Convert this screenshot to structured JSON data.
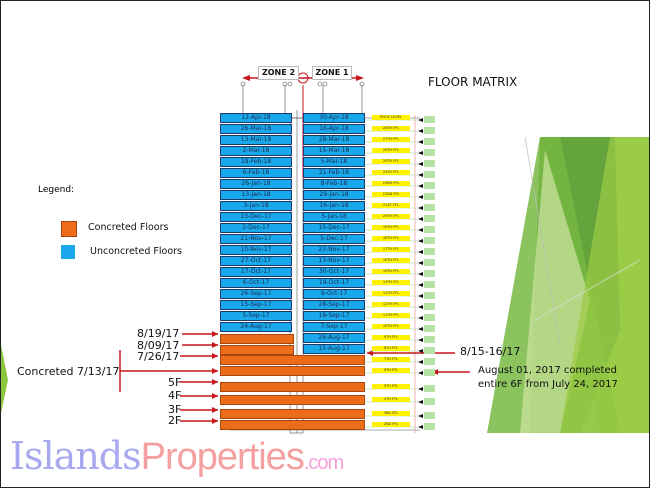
{
  "title": "FLOOR MATRIX",
  "zones": {
    "zone2": "ZONE 2",
    "zone1": "ZONE 1"
  },
  "legend": {
    "title": "Legend:",
    "items": [
      {
        "label": "Concreted Floors",
        "color": "#ec6c1a"
      },
      {
        "label": "Unconcreted Floors",
        "color": "#19a9ea"
      }
    ]
  },
  "zone2_dates": [
    "12-Apr-18",
    "26-Mar-18",
    "13-Mar-18",
    "2-Mar-18",
    "19-Feb-18",
    "6-Feb-18",
    "26-Jan-18",
    "13-Jan-18",
    "3-Jan-18",
    "13-Dec-17",
    "2-Dec-17",
    "21-Nov-17",
    "10-Nov-17",
    "27-Oct-17",
    "17-Oct-17",
    "6-Oct-17",
    "26-Sep-17",
    "15-Sep-17",
    "5-Sep-17",
    "24-Aug-17"
  ],
  "zone1_dates": [
    "30-Apr-18",
    "16-Apr-18",
    "28-Mar-18",
    "15-Mar-18",
    "5-Mar-18",
    "21-Feb-18",
    "8-Feb-18",
    "29-Jan-18",
    "16-Jan-18",
    "5-Jan-18",
    "15-Dec-17",
    "5-Dec-17",
    "23-Nov-17",
    "13-Nov-17",
    "30-Oct-17",
    "19-Oct-17",
    "9-Oct-17",
    "28-Sep-17",
    "18-Sep-17",
    "7-Sep-17",
    "26-Aug-17",
    "15-Aug-17"
  ],
  "floor_labels": [
    "ROOF LEVEL",
    "28TH FFL",
    "27TH FFL",
    "26TH FFL",
    "25TH FFL",
    "24TH FFL",
    "23RD FFL",
    "22ND FFL",
    "21ST FFL",
    "20TH FFL",
    "19TH FFL",
    "18TH FFL",
    "17TH FFL",
    "16TH FFL",
    "15TH FFL",
    "14TH FFL",
    "13TH FFL",
    "12TH FFL",
    "11TH FFL",
    "10TH FFL",
    "9TH FFL",
    "8TH FFL",
    "7TH FFL",
    "6TH FFL",
    "5TH FFL",
    "4TH FFL",
    "3RD FFL",
    "2ND FFL"
  ],
  "callouts": {
    "c1": "8/19/17",
    "c2": "8/09/17",
    "c3": "7/26/17",
    "c4": "Concreted 7/13/17",
    "f5": "5F",
    "f4": "4F",
    "f3": "3F",
    "f2": "2F",
    "right1": "8/15-16/17",
    "note": "August 01, 2017 completed entire 6F from July 24, 2017"
  },
  "logo": {
    "part1": "Islands",
    "part2": "Properties",
    "part3": ".com"
  },
  "colors": {
    "concreted": "#ec6c1a",
    "unconcreted": "#19a9ea",
    "arrow": "#c8161d"
  }
}
